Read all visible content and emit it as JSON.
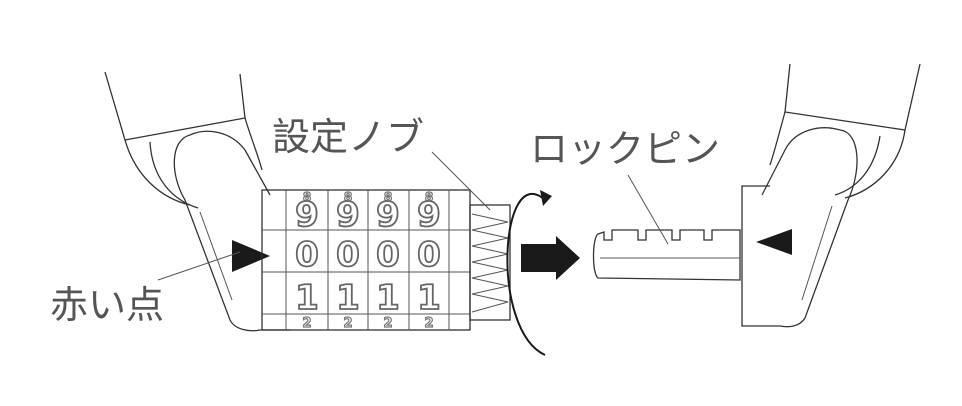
{
  "labels": {
    "knob": "設定ノブ",
    "pin": "ロックピン",
    "dot": "赤い点"
  },
  "dials": {
    "top_partial": [
      "8",
      "8",
      "8",
      "8"
    ],
    "row_upper": [
      "9",
      "9",
      "9",
      "9"
    ],
    "row_middle": [
      "0",
      "0",
      "0",
      "0"
    ],
    "row_lower": [
      "1",
      "1",
      "1",
      "1"
    ],
    "bottom_partial": [
      "2",
      "2",
      "2",
      "2"
    ]
  },
  "colors": {
    "outline": "#333333",
    "digit_stroke": "#666666",
    "arrow_fill": "#1a1a1a",
    "label_text": "#555555"
  }
}
